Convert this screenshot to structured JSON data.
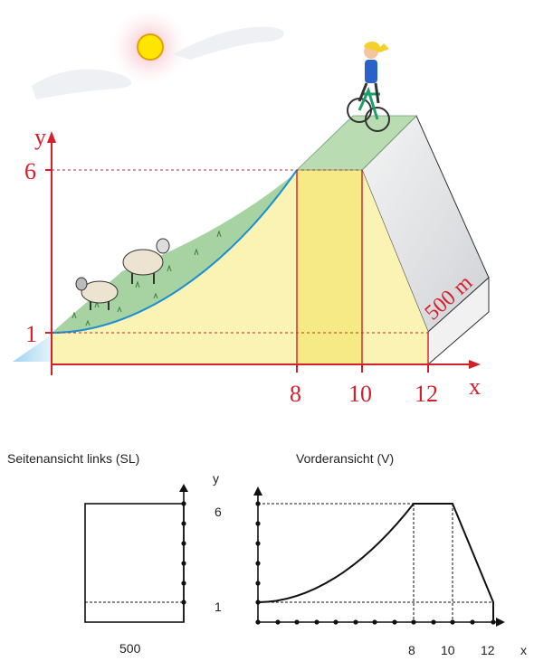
{
  "illustration": {
    "axis_y_label": "y",
    "axis_x_label": "x",
    "y_ticks": [
      "6",
      "1"
    ],
    "x_ticks": [
      "8",
      "10",
      "12"
    ],
    "length_label": "500 m"
  },
  "side_view": {
    "title": "Seitenansicht links (SL)",
    "width_label": "500"
  },
  "front_view": {
    "title": "Vorderansicht (V)",
    "axis_y_label": "y",
    "axis_x_label": "x",
    "y_ticks": [
      "6",
      "1"
    ],
    "x_ticks": [
      "8",
      "10",
      "12"
    ]
  },
  "colors": {
    "accent_red": "#d4202a",
    "ramp_yellow": "#fbf3b4",
    "highlight_yellow": "#f6ea86",
    "grass_green": "#a7d3a3",
    "curve_blue": "#1e8fd0"
  }
}
